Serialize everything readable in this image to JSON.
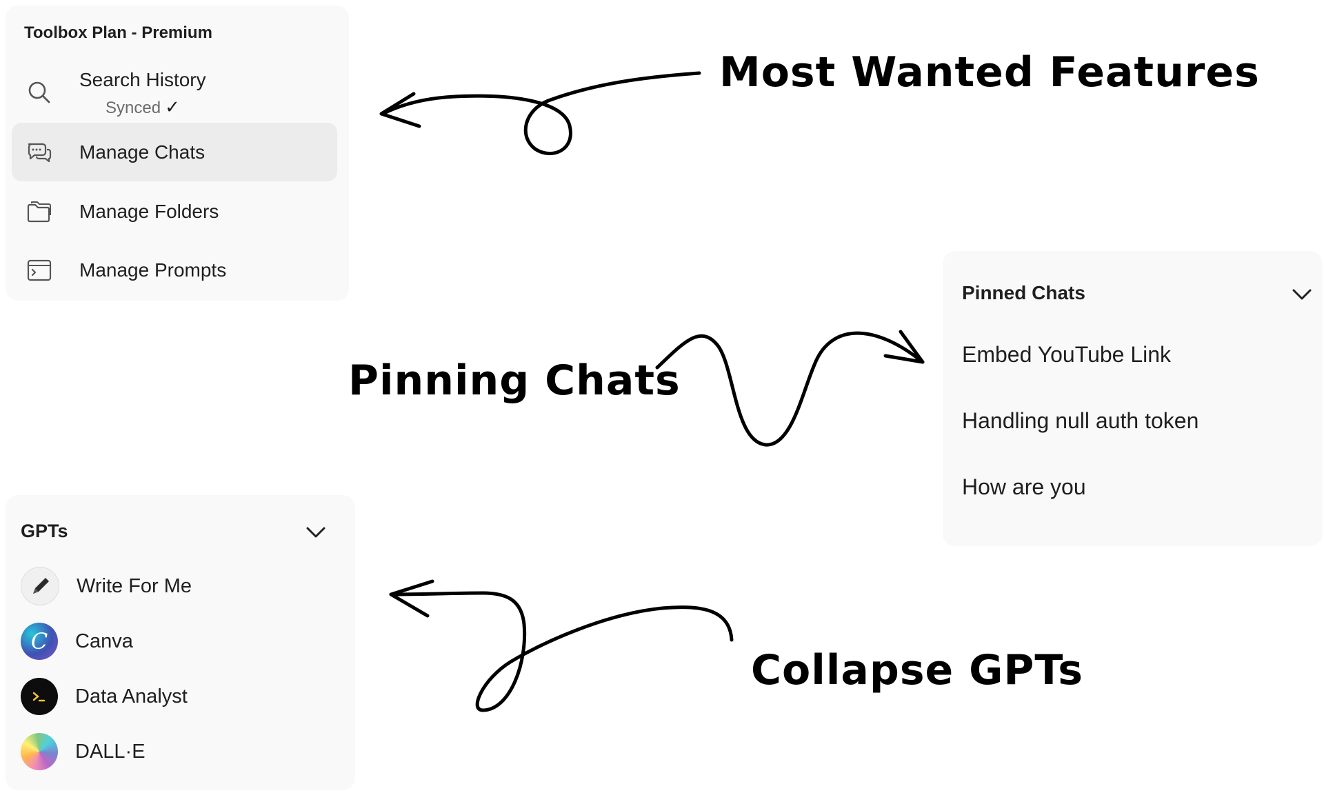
{
  "toolbox": {
    "title": "Toolbox Plan - Premium",
    "items": [
      {
        "label": "Search History",
        "status": "Synced",
        "status_mark": "✓",
        "icon": "search-icon"
      },
      {
        "label": "Manage Chats",
        "icon": "chat-bubbles-icon",
        "active": true
      },
      {
        "label": "Manage Folders",
        "icon": "folder-icon"
      },
      {
        "label": "Manage Prompts",
        "icon": "prompt-terminal-icon"
      }
    ]
  },
  "pinned": {
    "title": "Pinned Chats",
    "items": [
      "Embed YouTube Link",
      "Handling null auth token",
      "How are you"
    ]
  },
  "gpts": {
    "title": "GPTs",
    "items": [
      {
        "label": "Write For Me",
        "icon": "pen-icon"
      },
      {
        "label": "Canva",
        "icon": "canva-logo-icon"
      },
      {
        "label": "Data Analyst",
        "icon": "terminal-icon"
      },
      {
        "label": "DALL·E",
        "icon": "color-wheel-icon"
      }
    ]
  },
  "annotations": {
    "wanted": "Most Wanted Features",
    "pinning": "Pinning Chats",
    "collapse": "Collapse GPTs"
  },
  "colors": {
    "panel_bg": "#f9f9f9",
    "active_bg": "#ececec",
    "text": "#1f1f1f",
    "muted": "#6b6b6b"
  }
}
